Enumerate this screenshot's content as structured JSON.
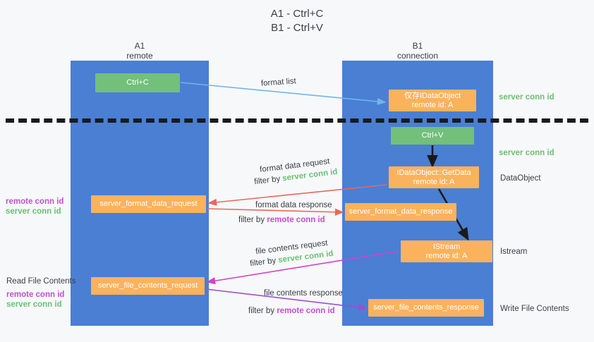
{
  "title": {
    "line1": "A1 - Ctrl+C",
    "line2": "B1 - Ctrl+V"
  },
  "lanes": [
    {
      "id": "a1",
      "name": "A1",
      "role": "remote"
    },
    {
      "id": "b1",
      "name": "B1",
      "role": "connection"
    }
  ],
  "boxes": {
    "ctrl_c": {
      "label": "Ctrl+C",
      "color": "#72c07a"
    },
    "idataobject": {
      "line1": "仅存IDataObject",
      "line2": "remote id: A",
      "color": "#fbb25c"
    },
    "ctrl_v": {
      "label": "Ctrl+V",
      "color": "#72c07a"
    },
    "getdata": {
      "line1": "IDataObject::GetData",
      "line2": "remote id: A",
      "color": "#fbb25c"
    },
    "server_format_data_request": {
      "label": "server_format_data_request",
      "color": "#fbb25c"
    },
    "server_format_data_response": {
      "label": "server_format_data_response",
      "color": "#fbb25c"
    },
    "istream": {
      "line1": "IStream",
      "line2": "remote id: A",
      "color": "#fbb25c"
    },
    "server_file_contents_request": {
      "label": "server_file_contents_request",
      "color": "#fbb25c"
    },
    "server_file_contents_response": {
      "label": "server_file_contents_response",
      "color": "#fbb25c"
    }
  },
  "right_labels": {
    "server_conn_id_1": "server conn id",
    "server_conn_id_2": "server conn id",
    "dataobject": "DataObject",
    "istream": "Istream",
    "write_file_contents": "Write File Contents"
  },
  "left_labels": {
    "remote_conn_id_1": "remote conn id",
    "server_conn_id_1": "server conn id",
    "read_file_contents": "Read File Contents",
    "remote_conn_id_2": "remote conn id",
    "server_conn_id_2": "server conn id"
  },
  "flows": {
    "format_list": "format list",
    "format_data_request": "format data request",
    "format_data_request_filter_prefix": "filter by ",
    "format_data_request_filter_value": "server conn id",
    "format_data_response": "format data response",
    "format_data_response_filter_prefix": "filter by ",
    "format_data_response_filter_value": "remote conn id",
    "file_contents_request": "file contents request",
    "file_contents_request_filter_prefix": "filter by ",
    "file_contents_request_filter_value": "server conn id",
    "file_contents_response": "file contents response",
    "file_contents_response_filter_prefix": "filter by ",
    "file_contents_response_filter_value": "remote conn id"
  },
  "colors": {
    "lane_blue": "#4a7fd4",
    "box_green": "#72c07a",
    "box_orange": "#fbb25c",
    "arrow_lightblue": "#6fb6e8",
    "arrow_red": "#e8685d",
    "arrow_magenta": "#d043c8",
    "arrow_purple": "#9b4fd0",
    "arrow_black": "#1a1a1a",
    "conn_green_text": "#6dbf73",
    "conn_purple_text": "#c24fd0",
    "divider": "#1a1a1a"
  }
}
